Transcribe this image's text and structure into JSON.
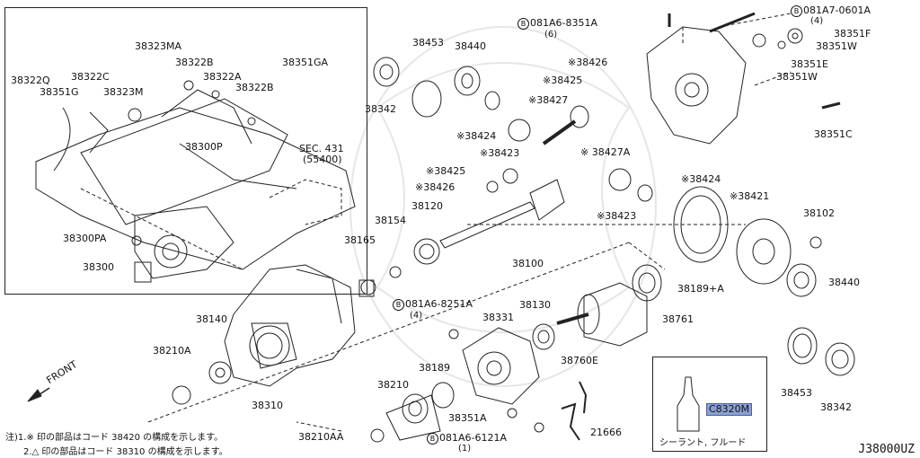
{
  "diagram_id": "J38000UZ",
  "notes": {
    "line1": "注)1.※ 印の部品はコード 38420 の構成を示します。",
    "line2": "2.△ 印の部品はコード 38310 の構成を示します。"
  },
  "front_label": "FRONT",
  "sealant_caption": "シーラント, フルード",
  "highlight_part": "C8320M",
  "circle_b": "B",
  "labels": {
    "p38322Q": "38322Q",
    "p38322C": "38322C",
    "p38351G": "38351G",
    "p38323MA": "38323MA",
    "p38322B_a": "38322B",
    "p38323M": "38323M",
    "p38322A": "38322A",
    "p38322B_b": "38322B",
    "p38351GA": "38351GA",
    "p38300P": "38300P",
    "sec431": "SEC. 431",
    "sec431b": "(55400)",
    "p38300PA": "38300PA",
    "p38300": "38300",
    "p38453_top": "38453",
    "p38440_top": "38440",
    "p38342_top": "38342",
    "p38426_a": "※38426",
    "p38425_a": "※38425",
    "p38427": "※38427",
    "p38424_a": "※38424",
    "p38423_a": "※38423",
    "p38427A": "※ 38427A",
    "p38425_b": "※38425",
    "p38426_b": "※38426",
    "p38424_b": "※38424",
    "p38423_b": "※38423",
    "p38421": "※38421",
    "p38120": "38120",
    "p38154": "38154",
    "p38165": "38165",
    "p38100": "38100",
    "p38102": "38102",
    "p38440_right": "38440",
    "p38189A": "38189+A",
    "p38761": "38761",
    "p38130": "38130",
    "p38331": "38331",
    "bolt_8251A": "081A6-8251A",
    "bolt_8251A_qty": "(4)",
    "bolt_8351A": "081A6-8351A",
    "bolt_8351A_qty": "(6)",
    "bolt_0601A": "081A7-0601A",
    "bolt_0601A_qty": "(4)",
    "p38351F": "38351F",
    "p38351W_a": "38351W",
    "p38351E": "38351E",
    "p38351W_b": "38351W",
    "p38351C": "38351C",
    "p38140": "38140",
    "p38210A": "38210A",
    "p38310": "38310",
    "p38189": "38189",
    "p38210": "38210",
    "p38760E": "38760E",
    "p38351A": "38351A",
    "p38210AA": "38210AA",
    "bolt_6121A": "081A6-6121A",
    "bolt_6121A_qty": "(1)",
    "p21666": "21666",
    "p38453_right": "38453",
    "p38342_right": "38342"
  }
}
